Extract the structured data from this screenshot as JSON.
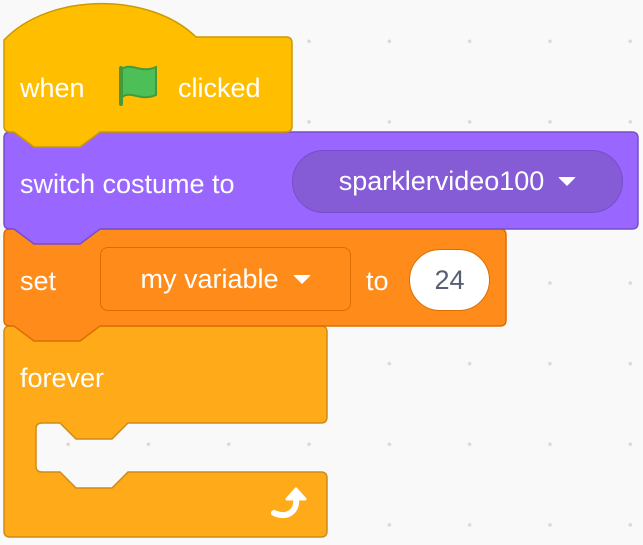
{
  "hat_block": {
    "when": "when",
    "clicked": "clicked",
    "icon": "green-flag-icon"
  },
  "switch_costume_block": {
    "label": "switch costume to",
    "costume": "sparklervideo100"
  },
  "set_variable_block": {
    "set": "set",
    "variable": "my variable",
    "to": "to",
    "value": "24"
  },
  "forever_block": {
    "label": "forever",
    "icon": "loop-arrow-icon"
  },
  "colors": {
    "events": "#FFBF00",
    "looks": "#9966FF",
    "variables": "#FF8C1A",
    "control": "#FFAB19"
  }
}
